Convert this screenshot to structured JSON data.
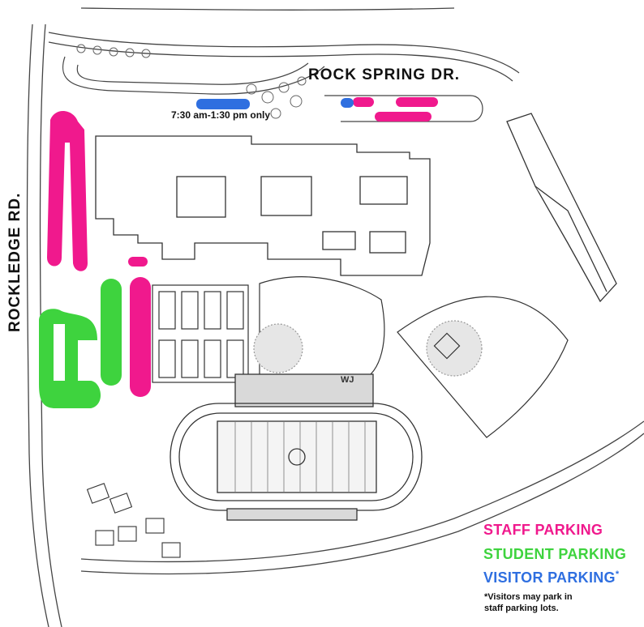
{
  "map": {
    "roads": {
      "north": "ROCK SPRING DR.",
      "west": "ROCKLEDGE RD."
    },
    "visitor_lot_hours": "7:30 am-1:30 pm only",
    "field_stencil": "WJ",
    "colors": {
      "staff": "#f0198d",
      "student": "#3ed33e",
      "visitor": "#2f6fe0",
      "linework": "#333333"
    }
  },
  "legend": {
    "staff": "STAFF PARKING",
    "student": "STUDENT PARKING",
    "visitor": "VISITOR PARKING",
    "visitor_mark": "*",
    "note_line1": "*Visitors may park in",
    "note_line2": "staff parking lots."
  }
}
